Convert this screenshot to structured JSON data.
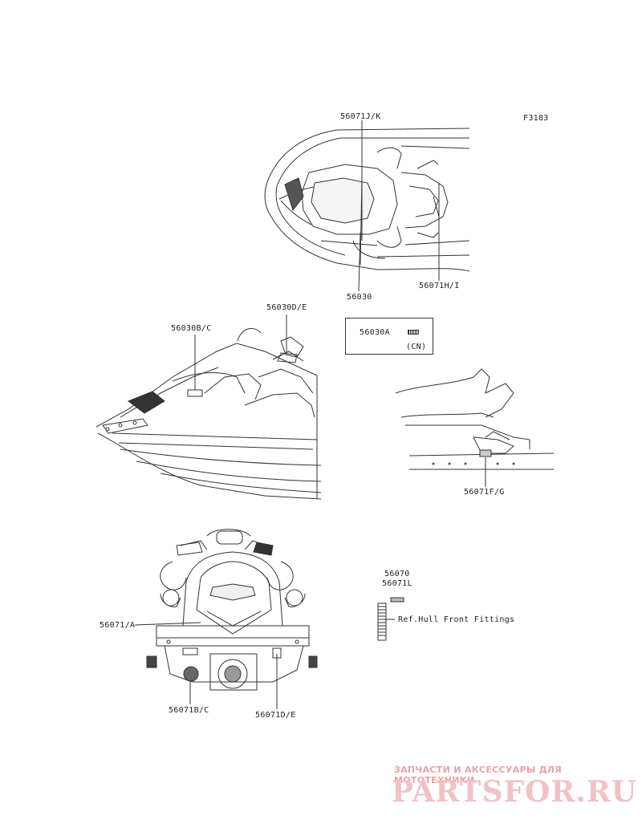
{
  "figure_id": "F3183",
  "labels": {
    "top_j_k": "56071J/K",
    "top_56030": "56030",
    "top_h_i": "56071H/I",
    "side_b_c": "56030B/C",
    "side_d_e": "56030D/E",
    "cn_part": "56030A",
    "cn_tag": "(CN)",
    "rear_section_f_g": "56071F/G",
    "front_a": "56071/A",
    "front_b_c": "56071B/C",
    "front_d_e": "56071D/E",
    "kit_56070": "56070",
    "kit_56071l": "56071L",
    "ref_note": "Ref.Hull Front Fittings"
  },
  "watermark": {
    "line1": "ЗАПЧАСТИ И АКСЕССУАРЫ ДЛЯ МОТОТЕХНИКИ",
    "line2": "PARTSFOR.RU",
    "color": "#e9a2a6"
  }
}
